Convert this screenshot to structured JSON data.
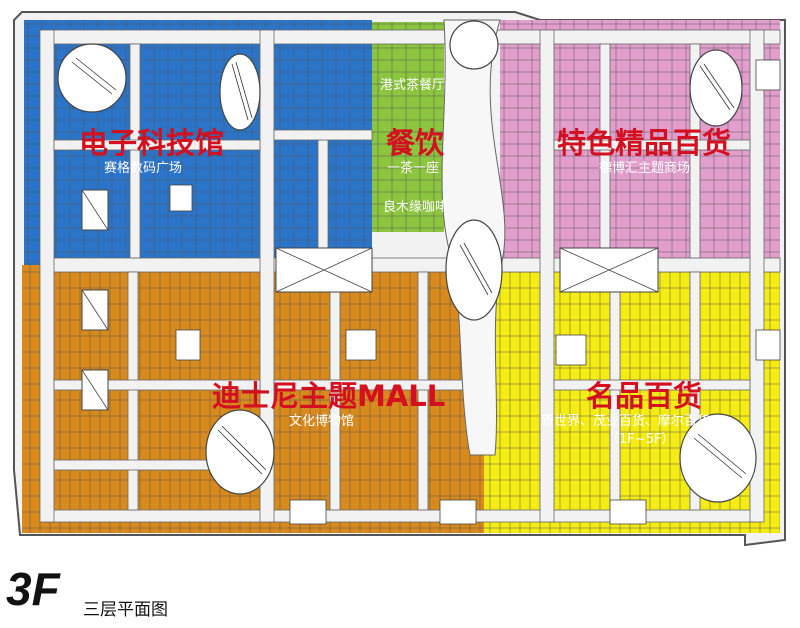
{
  "floor": {
    "label": "3F",
    "caption": "三层平面图"
  },
  "colors": {
    "electronics": "#2a74c9",
    "dining": "#8cc63f",
    "boutique": "#e29fcd",
    "disney": "#d98a1c",
    "brand": "#f5ec14",
    "corridor": "#f2f2f2",
    "wall": "#7a7a7a",
    "title_red": "#d40f1f"
  },
  "zones": {
    "electronics": {
      "title": "电子科技馆",
      "subtitle": "赛格数码广场"
    },
    "dining": {
      "title": "餐饮",
      "top_label": "港式茶餐厅",
      "subtitle": "一茶一座",
      "subtitle2": "良木缘咖啡"
    },
    "boutique": {
      "title": "特色精品百货",
      "subtitle": "德博汇主题商场"
    },
    "disney": {
      "title": "迪士尼主题MALL",
      "subtitle": "文化博物馆"
    },
    "brand": {
      "title": "名品百货",
      "subtitle": "新世界、茂业百货、摩尔百货",
      "subtitle2": "（1F~5F）"
    }
  }
}
